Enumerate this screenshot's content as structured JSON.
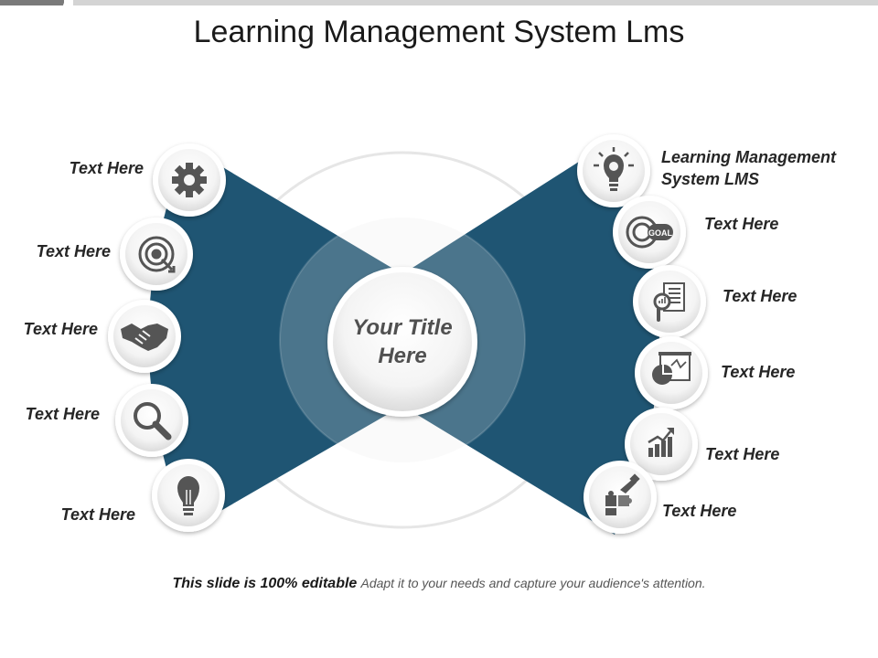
{
  "slide": {
    "title": "Learning Management System Lms",
    "center_title": "Your Title Here"
  },
  "left_items": [
    {
      "label": "Text Here",
      "icon": "gear-icon"
    },
    {
      "label": "Text Here",
      "icon": "target-icon"
    },
    {
      "label": "Text Here",
      "icon": "handshake-icon"
    },
    {
      "label": "Text Here",
      "icon": "magnifier-icon"
    },
    {
      "label": "Text Here",
      "icon": "lightbulb-icon"
    }
  ],
  "right_items": [
    {
      "label": "Learning Management System LMS",
      "icon": "lightbulb-gear-icon"
    },
    {
      "label": "Text Here",
      "icon": "goal-target-icon"
    },
    {
      "label": "Text Here",
      "icon": "report-search-icon"
    },
    {
      "label": "Text Here",
      "icon": "presentation-chart-icon"
    },
    {
      "label": "Text Here",
      "icon": "growth-chart-icon"
    },
    {
      "label": "Text Here",
      "icon": "puzzle-hand-icon"
    }
  ],
  "footer": {
    "bold_text": "This slide is 100% editable",
    "normal_text": "Adapt it to your needs and capture your audience's attention."
  },
  "colors": {
    "wing": "#1f5573",
    "ring_inner": "#4a7589",
    "icon": "#555555",
    "ring_light": "#e8e8e8"
  }
}
